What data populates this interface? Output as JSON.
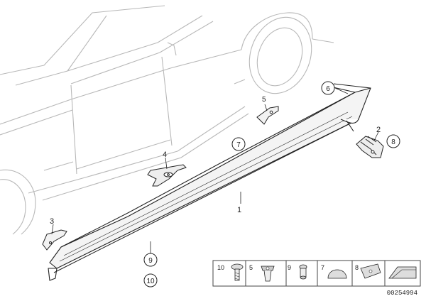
{
  "callouts": {
    "c1": "1",
    "c2": "2",
    "c3": "3",
    "c4": "4",
    "c5": "5",
    "c6": "6",
    "c7": "7",
    "c8": "8",
    "c9": "9",
    "c10": "10"
  },
  "legend": {
    "items": [
      "10",
      "5",
      "9",
      "",
      "7",
      "8",
      ""
    ]
  },
  "doc_number": "00254994"
}
